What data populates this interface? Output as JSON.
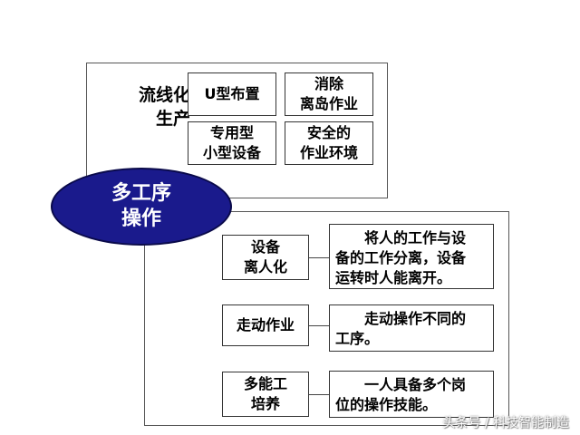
{
  "top_group": {
    "title": "流线化\n生产",
    "items": [
      "U型布置",
      "消除\n离岛作业",
      "专用型\n小型设备",
      "安全的\n作业环境"
    ]
  },
  "center": {
    "label": "多工序\n操作",
    "color": "#1a1a8c"
  },
  "bottom_group": {
    "rows": [
      {
        "label": "设备\n离人化",
        "desc": "　　将人的工作与设\n备的工作分离，设备\n运转时人能离开。"
      },
      {
        "label": "走动作业",
        "desc": "　　走动操作不同的\n工序。"
      },
      {
        "label": "多能工\n培养",
        "desc": "　　一人具备多个岗\n位的操作技能。"
      }
    ]
  },
  "watermark": "头条号 / 科技智能制造"
}
